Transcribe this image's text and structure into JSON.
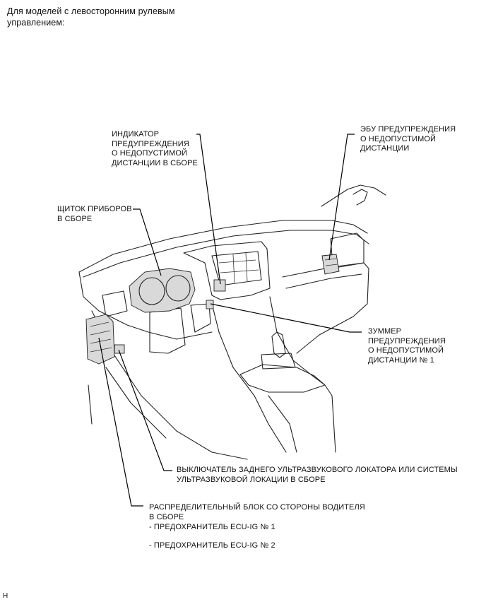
{
  "intro": {
    "line1": "Для моделей с левосторонним рулевым",
    "line2": "управлением:"
  },
  "labels": {
    "indicator": [
      "ИНДИКАТОР",
      "ПРЕДУПРЕЖДЕНИЯ",
      "О НЕДОПУСТИМОЙ",
      "ДИСТАНЦИИ В СБОРЕ"
    ],
    "ecu": [
      "ЭБУ ПРЕДУПРЕЖДЕНИЯ",
      "О НЕДОПУСТИМОЙ",
      "ДИСТАНЦИИ"
    ],
    "combination_meter": [
      "ЩИТОК ПРИБОРОВ",
      "В СБОРЕ"
    ],
    "buzzer": [
      "ЗУММЕР",
      "ПРЕДУПРЕЖДЕНИЯ",
      "О НЕДОПУСТИМОЙ",
      "ДИСТАНЦИИ № 1"
    ],
    "switch": [
      "ВЫКЛЮЧАТЕЛЬ ЗАДНЕГО УЛЬТРАЗВУКОВОГО ЛОКАТОРА ИЛИ СИСТЕМЫ",
      "УЛЬТРАЗВУКОВОЙ ЛОКАЦИИ В СБОРЕ"
    ],
    "junction_block": [
      "РАСПРЕДЕЛИТЕЛЬНЫЙ БЛОК СО СТОРОНЫ ВОДИТЕЛЯ",
      "В СБОРЕ"
    ],
    "fuse1": "- ПРЕДОХРАНИТЕЛЬ ECU-IG № 1",
    "fuse2": "- ПРЕДОХРАНИТЕЛЬ ECU-IG № 2"
  },
  "footer_mark": "H"
}
